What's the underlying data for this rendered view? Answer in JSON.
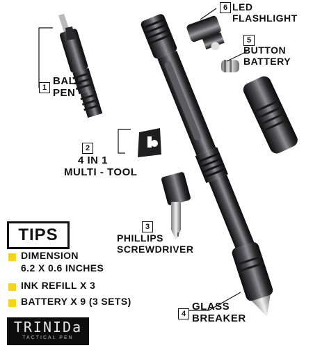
{
  "labels": {
    "ball_pen": {
      "number": "1",
      "line1": "BALL",
      "line2": "PEN"
    },
    "multi_tool": {
      "number": "2",
      "line1": "4 IN 1",
      "line2": "MULTI - TOOL"
    },
    "phillips": {
      "number": "3",
      "line1": "PHILLIPS",
      "line2": "SCREWDRIVER"
    },
    "glass_breaker": {
      "number": "4",
      "line1": "GLASS",
      "line2": "BREAKER"
    },
    "button_battery": {
      "number": "5",
      "line1": "BUTTON",
      "line2": "BATTERY"
    },
    "led_flashlight": {
      "number": "6",
      "line1": "LED",
      "line2": "FLASHLIGHT"
    }
  },
  "tips": {
    "title": "TIPS",
    "items": [
      {
        "line1": "DIMENSION",
        "line2": "6.2 X 0.6 INCHES"
      },
      {
        "line1": "INK REFILL X 3",
        "line2": ""
      },
      {
        "line1": "BATTERY X 9 (3 SETS)",
        "line2": ""
      }
    ],
    "bullet_color": "#f3d51b"
  },
  "brand": {
    "name": "TRINIDa",
    "tagline": "TACTICAL PEN"
  },
  "colors": {
    "metal_dark": "#1d1d1f",
    "metal_mid": "#3a3a3d",
    "metal_light": "#8a8a8e",
    "leader_line": "#111111"
  }
}
